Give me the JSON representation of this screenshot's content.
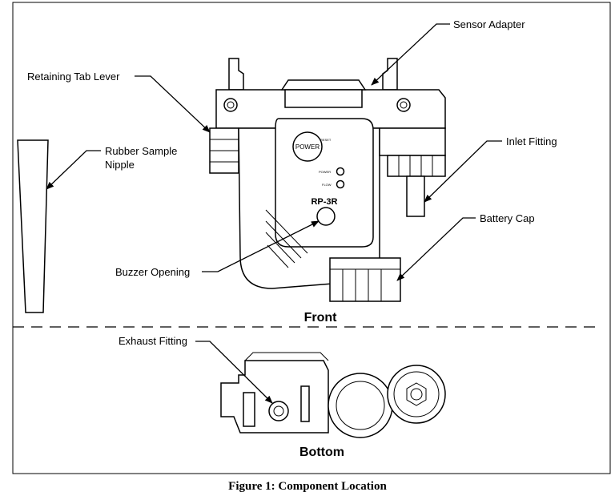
{
  "labels": {
    "sensor_adapter": "Sensor Adapter",
    "retaining_tab_lever": "Retaining Tab Lever",
    "inlet_fitting": "Inlet Fitting",
    "rubber_sample_nipple_line1": "Rubber Sample",
    "rubber_sample_nipple_line2": "Nipple",
    "battery_cap": "Battery Cap",
    "buzzer_opening": "Buzzer Opening",
    "exhaust_fitting": "Exhaust Fitting"
  },
  "views": {
    "front": "Front",
    "bottom": "Bottom"
  },
  "device": {
    "power_button": "POWER",
    "reset": "RESET",
    "power_led": "POWER",
    "flow_led": "FLOW",
    "model": "RP-3R"
  },
  "caption": "Figure 1: Component Location"
}
